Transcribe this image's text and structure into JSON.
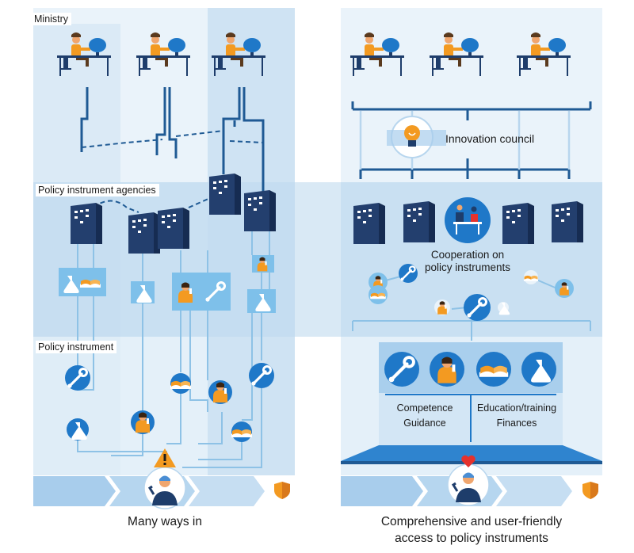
{
  "labels": {
    "ministry": "Ministry",
    "agencies": "Policy instrument agencies",
    "instrument": "Policy instrument",
    "innovation_council": "Innovation council",
    "cooperation_line1": "Cooperation on",
    "cooperation_line2": "policy instruments",
    "competence": "Competence",
    "guidance": "Guidance",
    "education": "Education/training",
    "finances": "Finances",
    "caption_left": "Many ways in",
    "caption_right_line1": "Comprehensive and user-friendly",
    "caption_right_line2": "access to policy instruments"
  },
  "icons": [
    "office-worker-icon",
    "building-icon",
    "wrench-icon",
    "flask-icon",
    "book-icon",
    "advisor-icon",
    "lightbulb-icon",
    "meeting-icon",
    "warning-icon",
    "heart-icon",
    "shield-icon",
    "user-icon"
  ],
  "colors": {
    "navy": "#1e3d6b",
    "blue": "#1f78c8",
    "light_blue": "#d5e8f5",
    "mid_blue": "#b8d6ee",
    "orange": "#f39a21",
    "red": "#e5322d"
  }
}
